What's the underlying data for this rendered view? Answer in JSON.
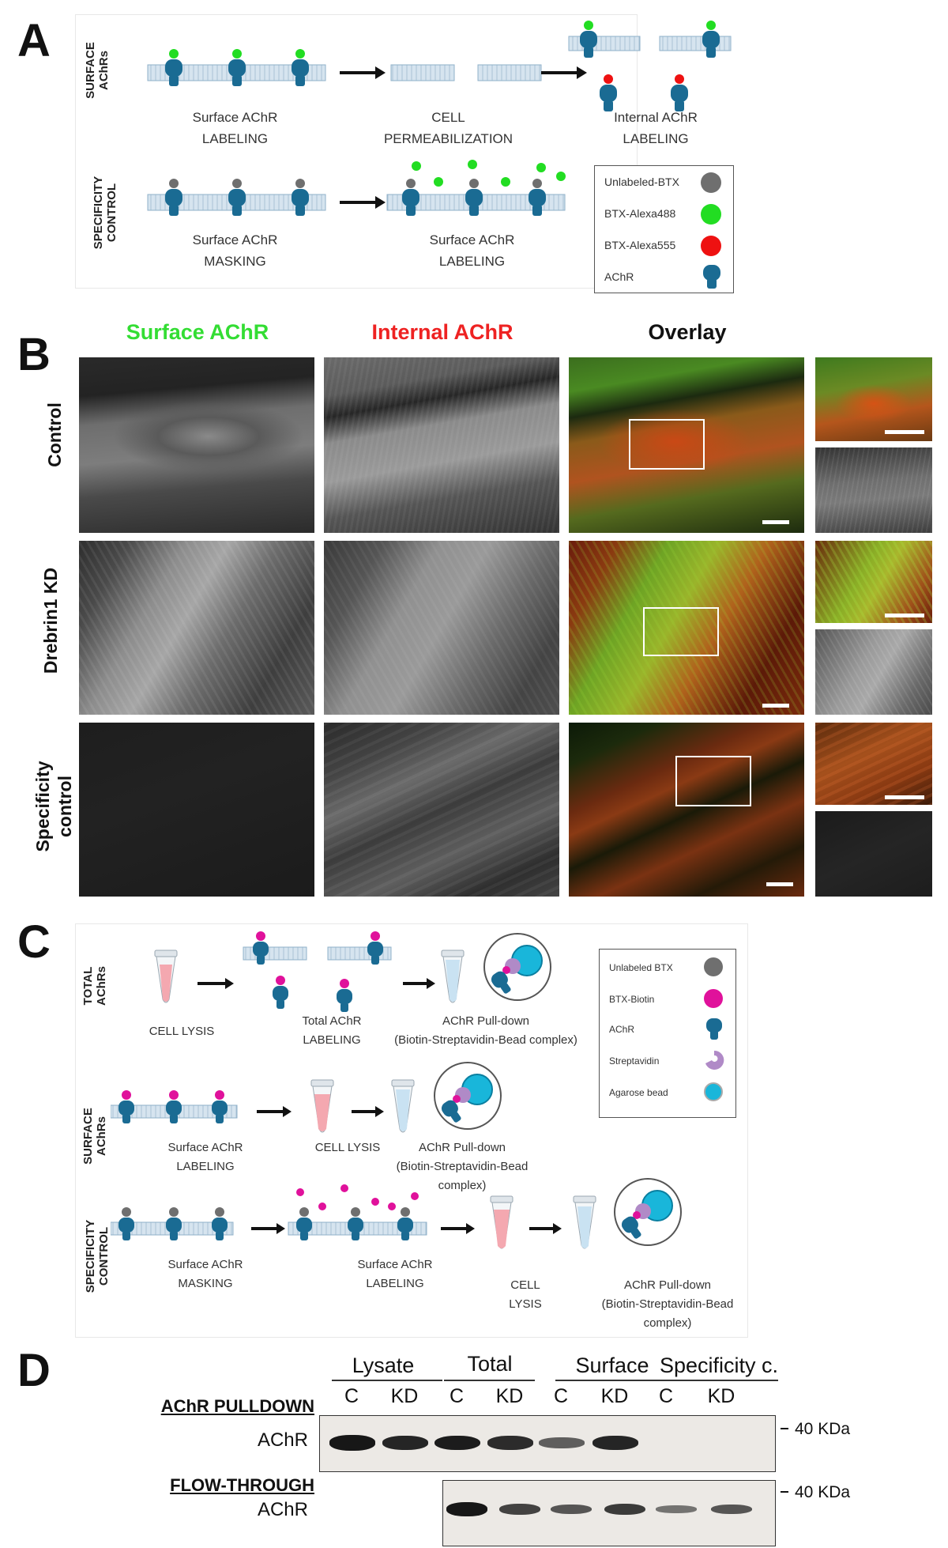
{
  "panel_a": {
    "letter": "A",
    "row1_label": "SURFACE\nAChRs",
    "row2_label": "SPECIFICITY\nCONTROL",
    "steps_row1": [
      "Surface AChR\nLABELING",
      "CELL\nPERMEABILIZATION",
      "Internal AChR\nLABELING"
    ],
    "steps_row2": [
      "Surface AChR\nMASKING",
      "Surface AChR\nLABELING"
    ],
    "legend": [
      {
        "label": "Unlabeled-BTX",
        "color": "#6f6f6f"
      },
      {
        "label": "BTX-Alexa488",
        "color": "#22dd22"
      },
      {
        "label": "BTX-Alexa555",
        "color": "#ee1111"
      },
      {
        "label": "AChR",
        "color": "#1a6b93"
      }
    ]
  },
  "panel_b": {
    "letter": "B",
    "columns": [
      {
        "title": "Surface AChR",
        "color": "#33dd33"
      },
      {
        "title": "Internal AChR",
        "color": "#ee2222"
      },
      {
        "title": "Overlay",
        "color": "#111111"
      }
    ],
    "rows": [
      "Control",
      "Drebrin1 KD",
      "Specificity\ncontrol"
    ]
  },
  "panel_c": {
    "letter": "C",
    "row_labels": [
      "TOTAL\nAChRs",
      "SURFACE\nAChRs",
      "SPECIFICITY\nCONTROL"
    ],
    "row1_steps": [
      "CELL LYSIS",
      "Total AChR\nLABELING",
      "AChR Pull-down\n(Biotin-Streptavidin-Bead complex)"
    ],
    "row2_steps": [
      "Surface AChR\nLABELING",
      "CELL LYSIS",
      "AChR Pull-down\n(Biotin-Streptavidin-Bead\ncomplex)"
    ],
    "row3_steps": [
      "Surface AChR\nMASKING",
      "Surface AChR\nLABELING",
      "CELL\nLYSIS",
      "AChR Pull-down\n(Biotin-Streptavidin-Bead\ncomplex)"
    ],
    "legend": [
      {
        "label": "Unlabeled BTX",
        "color": "#6f6f6f"
      },
      {
        "label": "BTX-Biotin",
        "color": "#e0119b"
      },
      {
        "label": "AChR",
        "color": "#1a6b93"
      },
      {
        "label": "Streptavidin",
        "color": "#b08ac7"
      },
      {
        "label": "Agarose bead",
        "color": "#19b6da"
      }
    ]
  },
  "panel_d": {
    "letter": "D",
    "groups": [
      "Lysate",
      "Total",
      "Surface",
      "Specificity c."
    ],
    "lanes": [
      "C",
      "KD",
      "C",
      "KD",
      "C",
      "KD",
      "C",
      "KD"
    ],
    "blot1_heading": "AChR PULLDOWN",
    "blot1_label": "AChR",
    "blot2_heading": "FLOW-THROUGH",
    "blot2_label": "AChR",
    "marker": "40 KDa",
    "blot1_band_intensity": [
      0.95,
      0.85,
      0.9,
      0.8,
      0.45,
      0.85,
      0,
      0
    ],
    "blot2_band_intensity": [
      0.95,
      0.65,
      0.5,
      0.7,
      0.3,
      0.5
    ]
  }
}
